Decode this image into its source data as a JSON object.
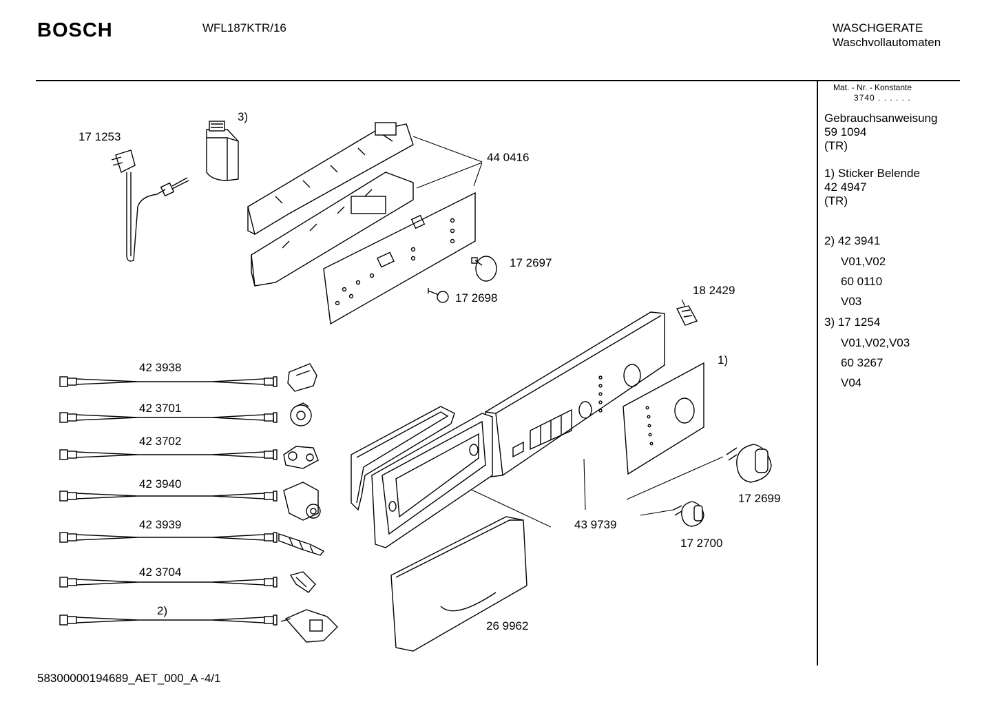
{
  "header": {
    "brand": "BOSCH",
    "model": "WFL187KTR/16",
    "category_line1": "WASCHGERATE",
    "category_line2": "Waschvollautomaten"
  },
  "sidebar": {
    "mat_line1": "Mat. - Nr. - Konstante",
    "mat_line2": "3740 . . . . . .",
    "doc_title": "Gebrauchsanweisung",
    "doc_number": "59 1094",
    "doc_lang": "(TR)",
    "note1_title": "1) Sticker Belende",
    "note1_number": "42 4947",
    "note1_lang": "(TR)",
    "note2_title": "2) 42 3941",
    "note2_v1": "V01,V02",
    "note2_num2": "60 0110",
    "note2_v2": "V03",
    "note3_title": "3)  17 1254",
    "note3_v1": "V01,V02,V03",
    "note3_num2": "60 3267",
    "note3_v2": "V04"
  },
  "parts": {
    "p171253": "17 1253",
    "p3": "3)",
    "p440416": "44 0416",
    "p172697": "17 2697",
    "p172698": "17 2698",
    "p182429": "18 2429",
    "p1": "1)",
    "p423938": "42 3938",
    "p423701": "42 3701",
    "p423702": "42 3702",
    "p423940": "42 3940",
    "p423939": "42 3939",
    "p423704": "42 3704",
    "p2": "2)",
    "p172699": "17 2699",
    "p439739": "43 9739",
    "p172700": "17 2700",
    "p269962": "26 9962"
  },
  "footer": {
    "code": "58300000194689_AET_000_A   -4/1"
  }
}
